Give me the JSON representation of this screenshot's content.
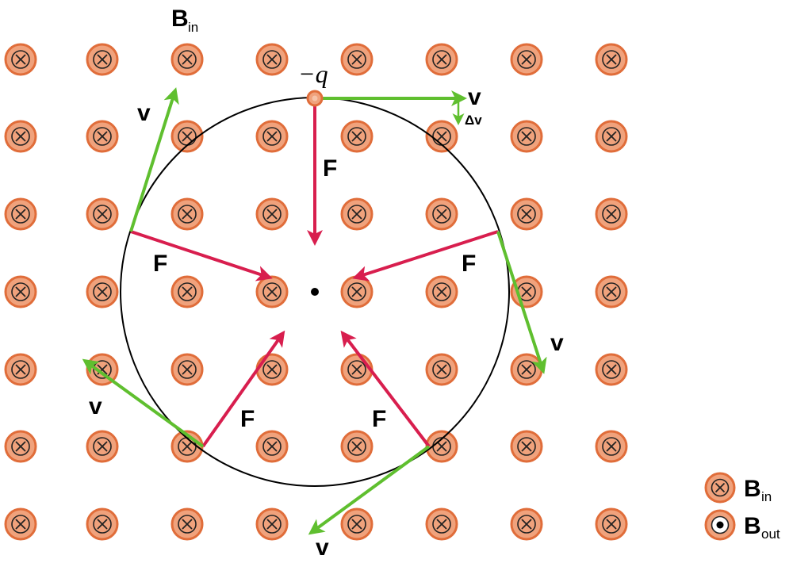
{
  "field_label": {
    "main": "B",
    "sub": "in"
  },
  "charge_label": "−q",
  "velocity_label": "v",
  "delta_v_label": "Δv",
  "force_label": "F",
  "legend": [
    {
      "symbol": "cross",
      "main": "B",
      "sub": "in"
    },
    {
      "symbol": "dot",
      "main": "B",
      "sub": "out"
    }
  ],
  "colors": {
    "field_marker_fill": "#F0A27C",
    "field_marker_ring": "#E06D3A",
    "velocity_arrow": "#5FBF2F",
    "force_arrow": "#D81E4E",
    "orbit": "#000000"
  }
}
